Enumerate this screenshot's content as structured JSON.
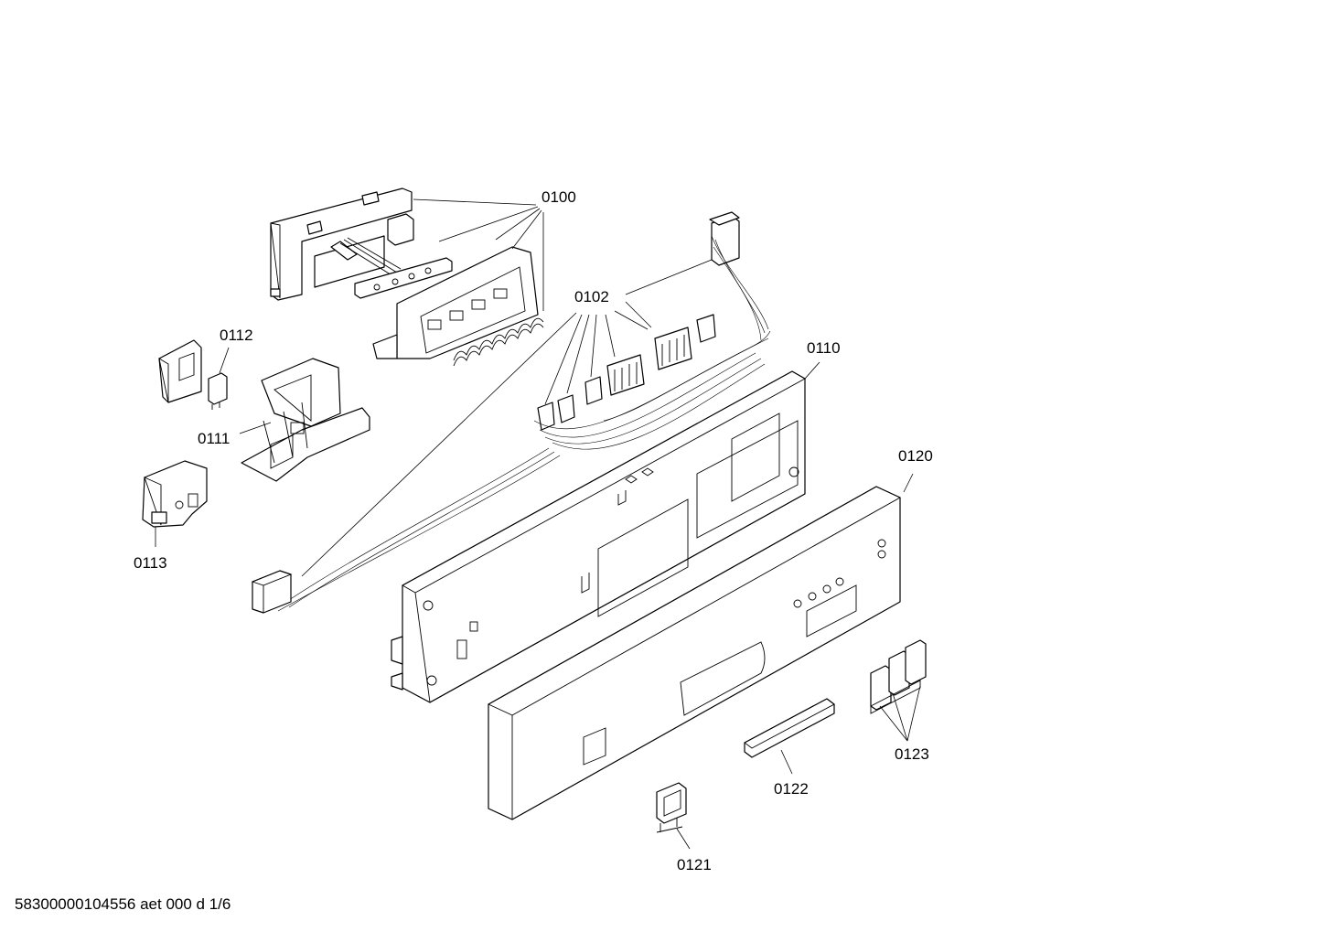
{
  "footer": {
    "code": "58300000104556 aet 000 d 1/6"
  },
  "callouts": {
    "c0100": "0100",
    "c0102": "0102",
    "c0110": "0110",
    "c0111": "0111",
    "c0112": "0112",
    "c0113": "0113",
    "c0120": "0120",
    "c0121": "0121",
    "c0122": "0122",
    "c0123": "0123"
  }
}
